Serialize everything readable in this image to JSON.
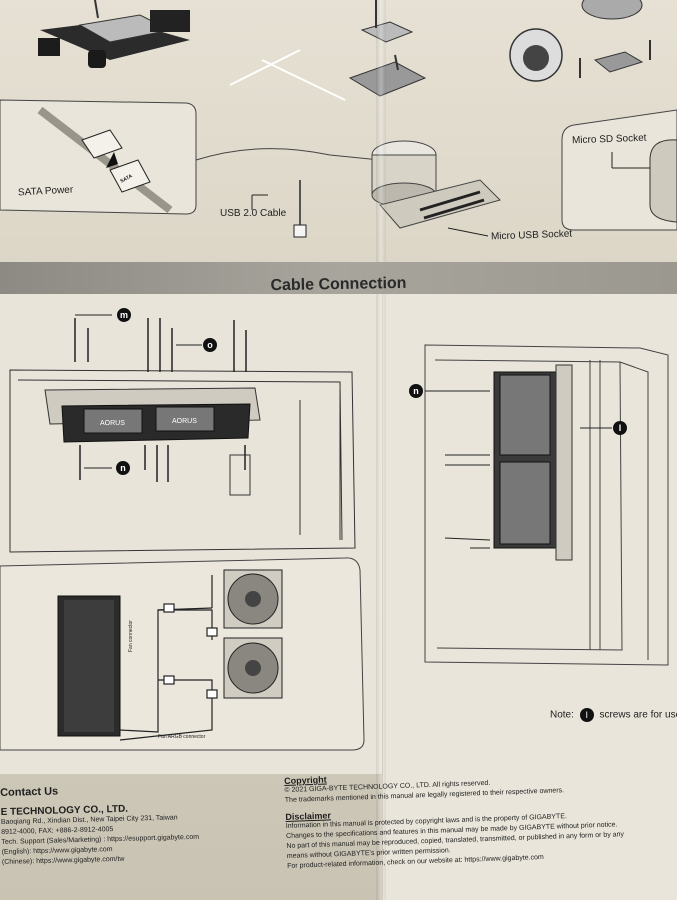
{
  "diagram_labels": {
    "sata_power": "SATA Power",
    "sata_tag": "SATA",
    "usb2_cable": "USB 2.0 Cable",
    "micro_usb_socket": "Micro USB Socket",
    "micro_sd_socket": "Micro SD Socket",
    "fan_connector": "Fan connector",
    "fan_argb_connector": "Fan ARGB connector"
  },
  "section": {
    "title": "Cable Connection"
  },
  "callouts": {
    "m": "m",
    "o": "o",
    "n": "n",
    "l": "l"
  },
  "note": {
    "prefix": "Note:",
    "bullet": "l",
    "text": "screws are for use"
  },
  "contact": {
    "heading": "Contact Us",
    "company": "E TECHNOLOGY CO., LTD.",
    "address": "Baoqiang Rd., Xindian Dist., New Taipei City 231, Taiwan",
    "phone": "8912-4000, FAX: +886-2-8912-4005",
    "support": "Tech. Support (Sales/Marketing) : https://esupport.gigabyte.com",
    "english": "(English): https://www.gigabyte.com",
    "chinese": "(Chinese): https://www.gigabyte.com/tw"
  },
  "copyright": {
    "heading": "Copyright",
    "line1": "© 2021 GIGA-BYTE TECHNOLOGY CO., LTD. All rights reserved.",
    "line2": "The trademarks mentioned in this manual are legally registered to their respective owners."
  },
  "disclaimer": {
    "heading": "Disclaimer",
    "line1": "Information in this manual is protected by copyright laws and is the property of GIGABYTE.",
    "line2": "Changes to the specifications and features in this manual may be made by GIGABYTE without prior notice.",
    "line3": "No part of this manual may be reproduced, copied, translated, transmitted, or published in any form or by any",
    "line4": "means without GIGABYTE's prior written permission.",
    "line5": "For product-related information, check on our website at: https://www.gigabyte.com"
  }
}
